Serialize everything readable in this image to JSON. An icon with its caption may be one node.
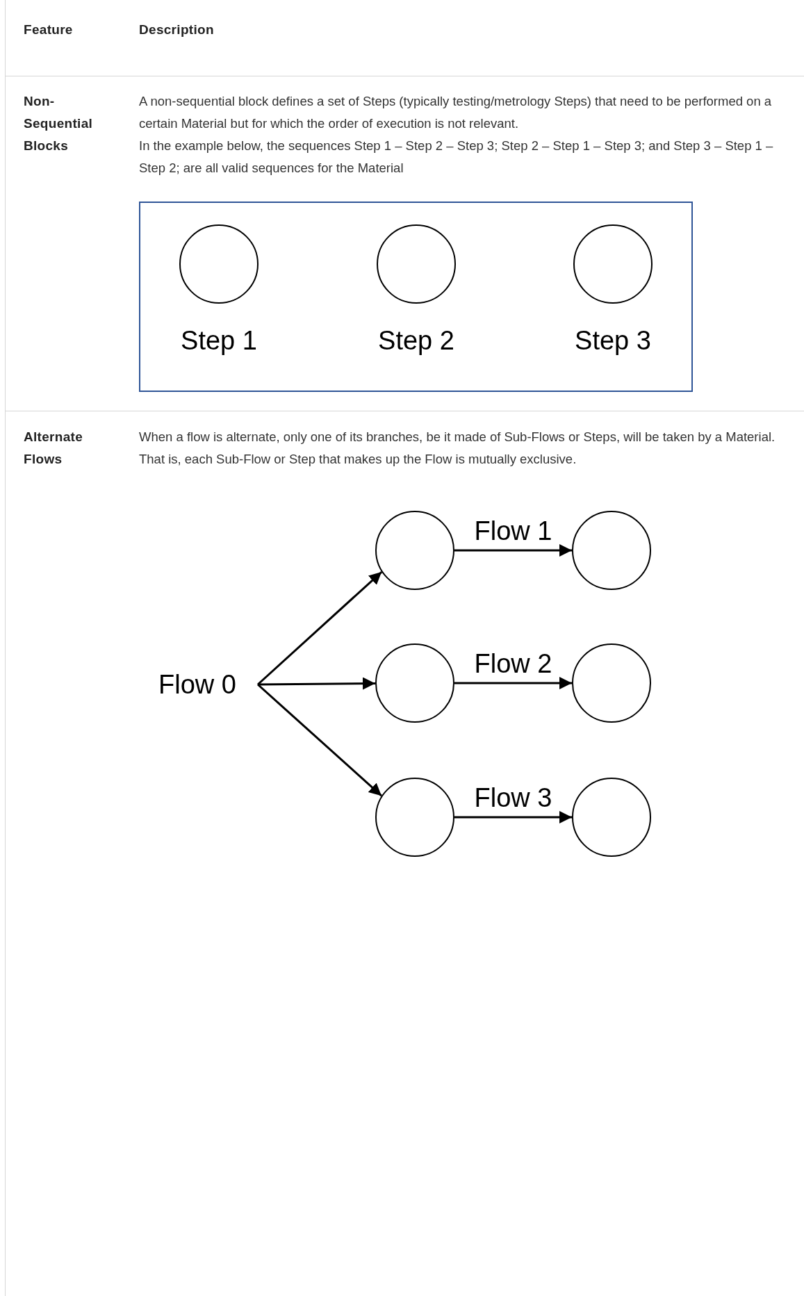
{
  "diagram": {
    "nodes": [
      {
        "text": [],
        "shape": "box"
      },
      {
        "text": [],
        "shape": "circle",
        "in": 0,
        "beside": [
          "Step 1"
        ]
      },
      {
        "text": [],
        "shape": "circle",
        "in": 0,
        "beside": [
          "Step 2"
        ]
      },
      {
        "text": [],
        "shape": "circle",
        "in": 0,
        "beside": [
          "Step 3"
        ]
      },
      {
        "text": [
          "Flow 0"
        ]
      },
      {
        "text": [],
        "shape": "circle"
      },
      {
        "text": [],
        "shape": "circle"
      },
      {
        "text": [],
        "shape": "circle"
      },
      {
        "text": [],
        "shape": "circle"
      },
      {
        "text": [],
        "shape": "circle"
      },
      {
        "text": [],
        "shape": "circle"
      }
    ],
    "edges": [
      {
        "from": 4,
        "to": 5,
        "arrow": "to"
      },
      {
        "from": 4,
        "to": 7,
        "arrow": "to"
      },
      {
        "from": 4,
        "to": 9,
        "arrow": "to"
      },
      {
        "from": 5,
        "to": 6,
        "arrow": "to",
        "label": "Flow 1"
      },
      {
        "from": 7,
        "to": 8,
        "arrow": "to",
        "label": "Flow 2"
      },
      {
        "from": 9,
        "to": 10,
        "arrow": "to",
        "label": "Flow 3"
      }
    ],
    "labels": [
      "Feature",
      "Description",
      "Non-Sequential Blocks",
      "A non-sequential block defines a set of Steps (typically testing/metrology Steps) that need to be performed on a certain Material but for which the order of execution is not relevant.",
      "In the example below, the sequences Step 1 – Step 2 – Step 3; Step 2 – Step 1 – Step 3; and Step 3 – Step 1 – Step 2; are all valid sequences for the Material",
      "Alternate Flows",
      "When a flow is alternate, only one of its branches, be it made of Sub-Flows or Steps, will be taken by a Material. That is, each Sub-Flow or Step that makes up the Flow is mutually exclusive."
    ]
  }
}
